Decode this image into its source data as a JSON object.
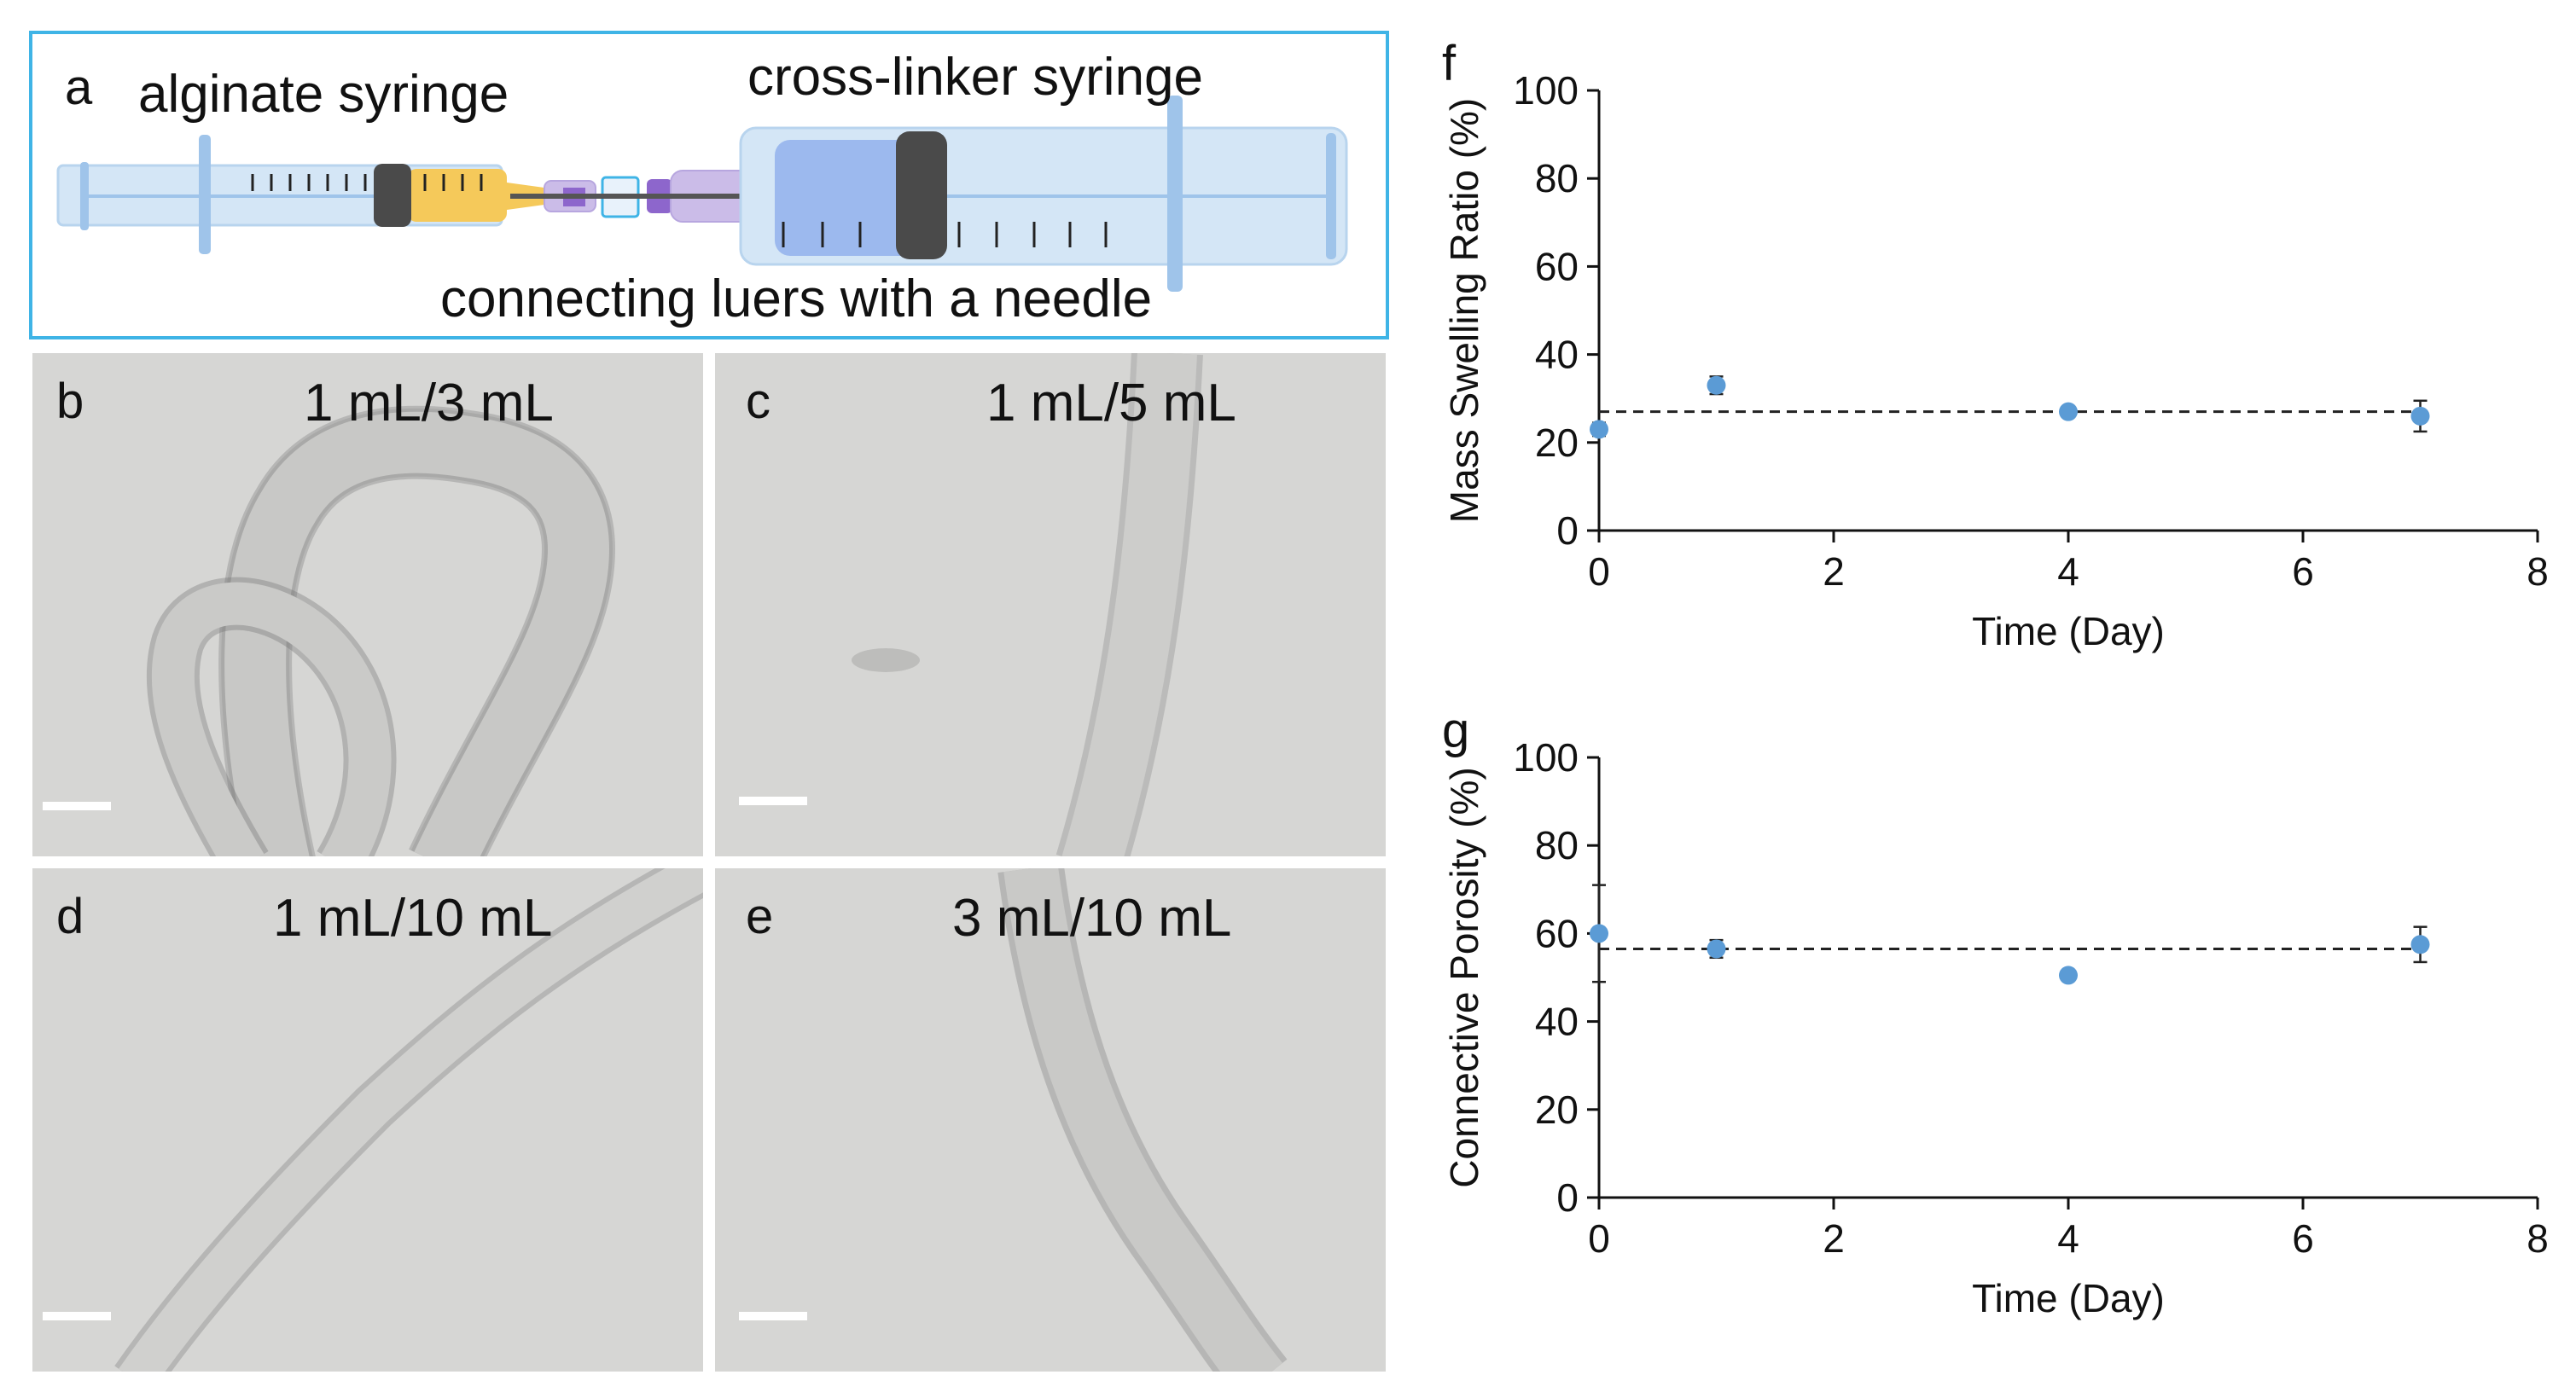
{
  "panel_a": {
    "letter": "a",
    "label_alginate": "alginate syringe",
    "label_crosslinker": "cross-linker syringe",
    "label_luers": "connecting luers with a needle",
    "colors": {
      "frame": "#3fb4e6",
      "barrel": "#d4e6f6",
      "alginate": "#f5c95a",
      "crosslinker": "#9cb9ee",
      "plunger": "#4a4a4a",
      "luer": "#a98ad6"
    }
  },
  "micrographs": [
    {
      "letter": "b",
      "label": "1 mL/3 mL"
    },
    {
      "letter": "c",
      "label": "1 mL/5 mL"
    },
    {
      "letter": "d",
      "label": "1 mL/10 mL"
    },
    {
      "letter": "e",
      "label": "3 mL/10 mL"
    }
  ],
  "chart_data": [
    {
      "panel": "f",
      "type": "scatter",
      "xlabel": "Time (Day)",
      "ylabel": "Mass Swelling Ratio (%)",
      "xlim": [
        0,
        8
      ],
      "ylim": [
        0,
        100
      ],
      "xticks": [
        "0",
        "2",
        "4",
        "6",
        "8"
      ],
      "yticks": [
        "0",
        "20",
        "40",
        "60",
        "80",
        "100"
      ],
      "points": [
        {
          "x": 0,
          "y": 23,
          "err": 1.5
        },
        {
          "x": 1,
          "y": 33,
          "err": 2
        },
        {
          "x": 4,
          "y": 27,
          "err": 1
        },
        {
          "x": 7,
          "y": 26,
          "err": 3.5
        }
      ],
      "mean_line": 27,
      "color": "#5b9bd5",
      "grid": false
    },
    {
      "panel": "g",
      "type": "scatter",
      "xlabel": "Time (Day)",
      "ylabel": "Connective Porosity (%)",
      "xlim": [
        0,
        8
      ],
      "ylim": [
        0,
        100
      ],
      "xticks": [
        "0",
        "2",
        "4",
        "6",
        "8"
      ],
      "yticks": [
        "0",
        "20",
        "40",
        "60",
        "80",
        "100"
      ],
      "points": [
        {
          "x": 0,
          "y": 60,
          "err": 11
        },
        {
          "x": 1,
          "y": 56.5,
          "err": 2
        },
        {
          "x": 4,
          "y": 50.5,
          "err": 1
        },
        {
          "x": 7,
          "y": 57.5,
          "err": 4
        }
      ],
      "mean_line": 56.5,
      "color": "#5b9bd5",
      "grid": false
    }
  ]
}
